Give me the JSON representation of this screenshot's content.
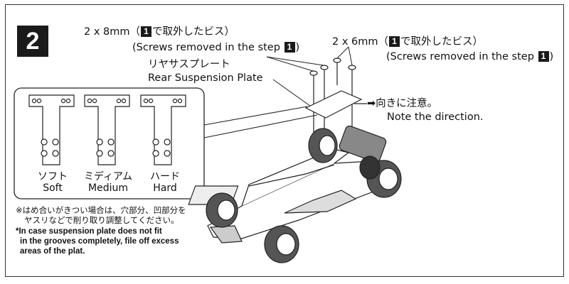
{
  "step": {
    "number": "2"
  },
  "screws_8mm": {
    "qty_jp_before": "2 x 8mm（",
    "badge": "1",
    "qty_jp_after": "で取外したビス）",
    "en_before": "(Screws removed in the step ",
    "en_after": ")"
  },
  "screws_6mm": {
    "qty_jp_before": "2 x 6mm（",
    "badge": "1",
    "qty_jp_after": "で取外したビス）",
    "en_before": "(Screws removed in the step ",
    "en_after": ")"
  },
  "rear_plate": {
    "jp": "リヤサスプレート",
    "en": "Rear Suspension Plate"
  },
  "direction": {
    "arrow": "➡",
    "jp": "向きに注意。",
    "en": "Note the direction."
  },
  "plates": [
    {
      "jp": "ソフト",
      "en": "Soft"
    },
    {
      "jp": "ミディアム",
      "en": "Medium"
    },
    {
      "jp": "ハード",
      "en": "Hard"
    }
  ],
  "notes": {
    "jp_line1": "※はめ合いがきつい場合は、穴部分、凹部分を",
    "jp_line2": "ヤスリなどで削り取り調整してください。",
    "en_line1": "*In case suspension plate does not fit",
    "en_line2": "in the grooves completely, file off excess",
    "en_line3": "areas of the plat."
  }
}
